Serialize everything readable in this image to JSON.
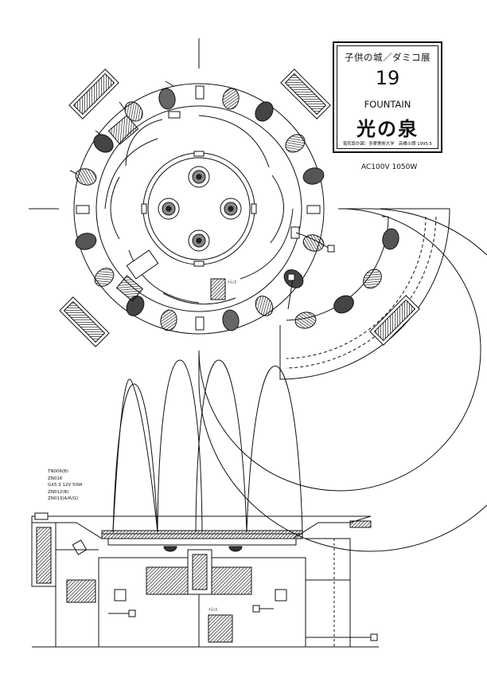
{
  "title_block": {
    "exhibition": "子供の城／ダミコ展",
    "number": "19",
    "title_en": "FOUNTAIN",
    "title_jp": "光の泉",
    "credit": "電気設計図：多摩美術大学　高橋士朗 1995.5"
  },
  "power_rating": "AC100V  1050W",
  "plan_labels": {
    "transformer_top": "ﾄﾗﾝｽ",
    "transformer_bottom": "ﾄﾗﾝｽ"
  },
  "equipment_list": [
    "TN006(B)",
    "ZN016",
    "GX5.3 12V 50W",
    "ZN012(B)",
    "ZN013(A/R/G)"
  ]
}
